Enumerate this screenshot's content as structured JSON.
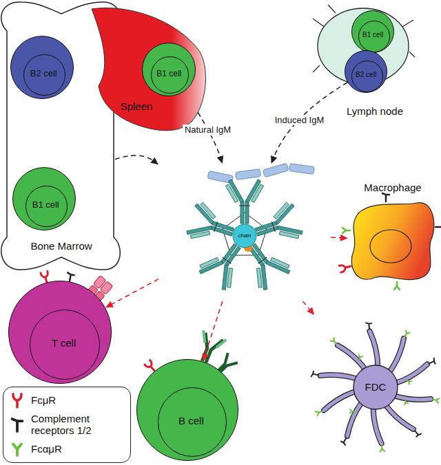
{
  "diagram": {
    "nodes": [
      {
        "text": [
          "Bone Marrow"
        ]
      },
      {
        "text": [
          "B2 cell"
        ],
        "in": 0
      },
      {
        "text": [
          "B1 cell"
        ],
        "in": 0
      },
      {
        "text": [
          "Spleen"
        ]
      },
      {
        "text": [
          "B1 cell"
        ],
        "in": 3
      },
      {
        "text": [
          "Lymph node"
        ]
      },
      {
        "text": [
          "B1 cell"
        ],
        "in": 5
      },
      {
        "text": [
          "B2 cell"
        ],
        "in": 5
      },
      {
        "text": [
          "chain"
        ]
      },
      {
        "text": [
          "Macrophage"
        ]
      },
      {
        "text": [
          "T cell"
        ]
      },
      {
        "text": [
          "B cell"
        ]
      },
      {
        "text": [
          "FDC"
        ]
      }
    ],
    "edges": [
      {
        "from": 2,
        "to": 8,
        "arrow": "to"
      },
      {
        "from": 4,
        "to": 8,
        "label": "Natural IgM",
        "arrow": "to"
      },
      {
        "from": 7,
        "to": 8,
        "label": "Induced IgM",
        "arrow": "to"
      },
      {
        "from": 8,
        "to": 10,
        "arrow": "to"
      },
      {
        "from": 8,
        "to": 9,
        "arrow": "to"
      },
      {
        "from": 8,
        "to": 11,
        "arrow": "to"
      },
      {
        "from": 8,
        "to": 12,
        "arrow": "to"
      }
    ],
    "legend": [
      {
        "text": "FcμR"
      },
      {
        "text": "Complement receptors 1/2"
      },
      {
        "text": "FcαμR"
      }
    ]
  }
}
